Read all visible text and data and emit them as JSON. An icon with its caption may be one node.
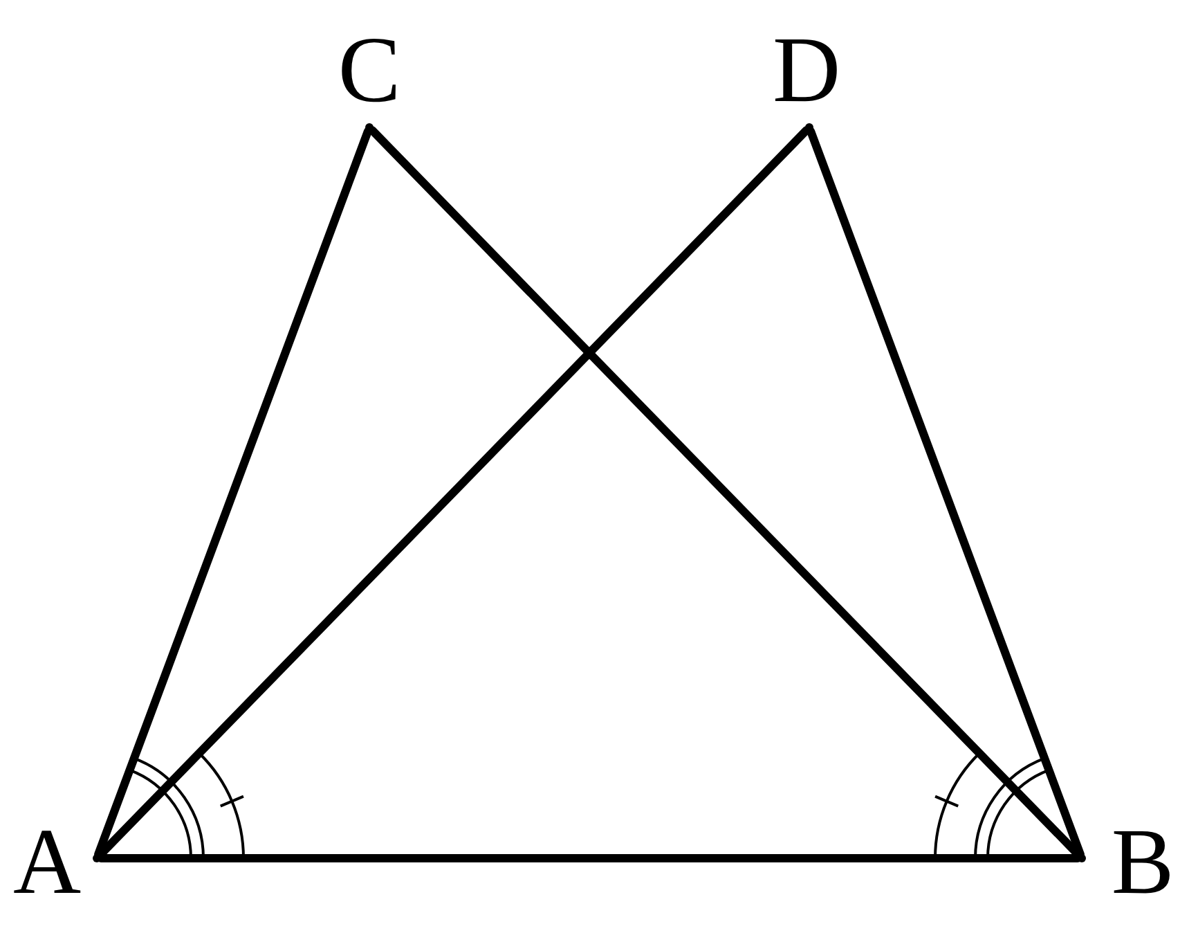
{
  "diagram": {
    "nodes": [
      {
        "text": [],
        "shape": "point",
        "beside": [
          "C"
        ]
      },
      {
        "text": [],
        "shape": "point",
        "beside": [
          "D"
        ]
      },
      {
        "text": [],
        "shape": "point",
        "beside": [
          "A"
        ]
      },
      {
        "text": [],
        "shape": "point",
        "beside": [
          "B"
        ]
      }
    ],
    "edges": [
      {
        "from": 2,
        "to": 0,
        "arrow": "none"
      },
      {
        "from": 2,
        "to": 1,
        "arrow": "none"
      },
      {
        "from": 2,
        "to": 3,
        "arrow": "none"
      },
      {
        "from": 0,
        "to": 3,
        "arrow": "none"
      },
      {
        "from": 1,
        "to": 3,
        "arrow": "none"
      }
    ]
  }
}
